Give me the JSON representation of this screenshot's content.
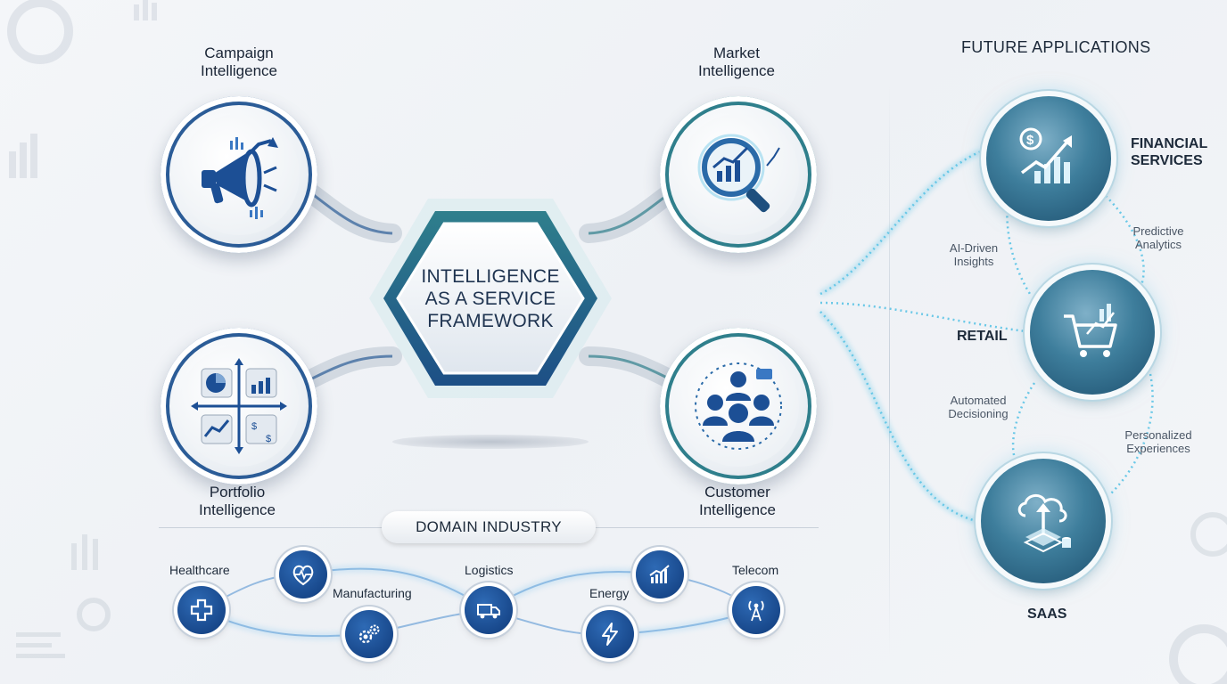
{
  "center": {
    "title_lines": [
      "INTELLIGENCE",
      "AS A SERVICE",
      "FRAMEWORK"
    ]
  },
  "corners": {
    "campaign": [
      "Campaign",
      "Intelligence"
    ],
    "market": [
      "Market",
      "Intelligence"
    ],
    "portfolio": [
      "Portfolio",
      "Intelligence"
    ],
    "customer": [
      "Customer",
      "Intelligence"
    ]
  },
  "domain": {
    "title": "DOMAIN INDUSTRY",
    "industries": {
      "healthcare": "Healthcare",
      "manufacturing": "Manufacturing",
      "logistics": "Logistics",
      "energy": "Energy",
      "telecom": "Telecom"
    }
  },
  "future": {
    "title": "FUTURE APPLICATIONS",
    "apps": {
      "financial": [
        "FINANCIAL",
        "SERVICES"
      ],
      "retail": "RETAIL",
      "saas": "SAAS"
    },
    "connectors": {
      "predictive": [
        "Predictive",
        "Analytics"
      ],
      "ai_driven": [
        "AI-Driven",
        "Insights"
      ],
      "automated": [
        "Automated",
        "Decisioning"
      ],
      "personalized": [
        "Personalized",
        "Experiences"
      ]
    }
  },
  "colors": {
    "navy": "#2b5c97",
    "teal": "#2f7f8c",
    "industry_blue": "#1a4d95",
    "glow": "#5cc4e6"
  }
}
